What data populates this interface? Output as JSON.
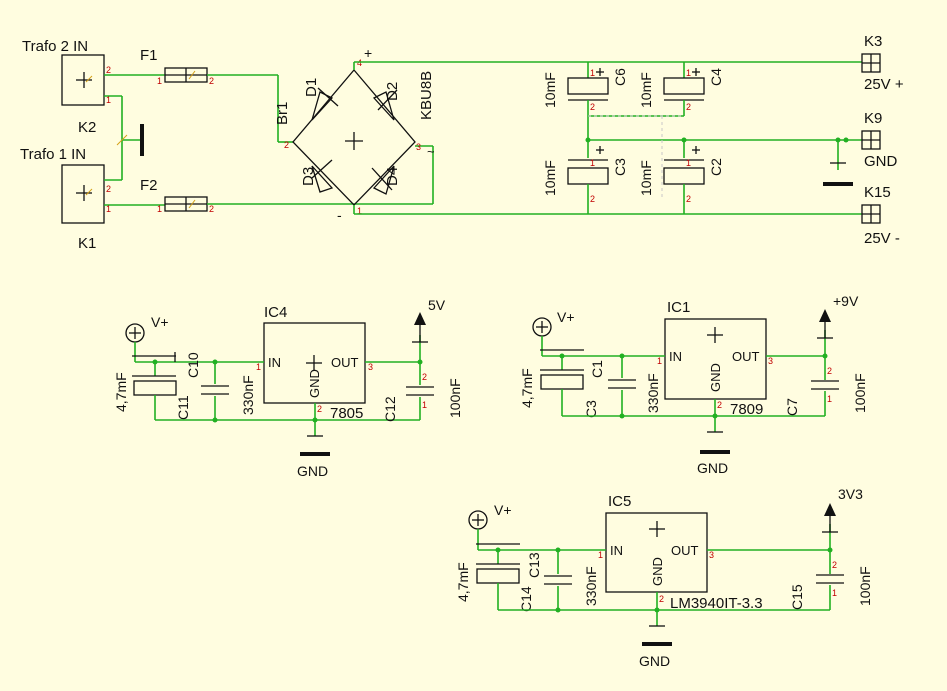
{
  "labels": {
    "trafo2": "Trafo 2 IN",
    "trafo1": "Trafo 1 IN",
    "k2": "K2",
    "k1": "K1",
    "f1": "F1",
    "f2": "F2",
    "br1": "Br1",
    "d1": "D1",
    "d2": "D2",
    "d3": "D3",
    "d4": "D4",
    "kbu8b": "KBU8B",
    "bridge_plus": "+",
    "bridge_minus": "-",
    "bridge_ac": "~",
    "c6_val": "10mF",
    "c6": "C6",
    "c4_val": "10mF",
    "c4": "C4",
    "c3_val": "10mF",
    "c3": "C3",
    "c2_val": "10mF",
    "c2": "C2",
    "k3": "K3",
    "k9": "K9",
    "k15": "K15",
    "out_25p": "25V +",
    "out_gnd": "GND",
    "out_25m": "25V -",
    "ic4": "IC4",
    "ic4_part": "7805",
    "ic4_in": "IN",
    "ic4_gnd": "GND",
    "ic4_out": "OUT",
    "c11_val": "4,7mF",
    "c11": "C11",
    "c10": "C10",
    "c10_val": "330nF",
    "c12": "C12",
    "c12_val": "100nF",
    "vplus1": "V+",
    "v5": "5V",
    "gnd1": "GND",
    "ic1": "IC1",
    "ic1_part": "7809",
    "ic1_in": "IN",
    "ic1_gnd": "GND",
    "ic1_out": "OUT",
    "c3b_val": "4,7mF",
    "c3b": "C3",
    "c1": "C1",
    "c1_val": "330nF",
    "c7": "C7",
    "c7_val": "100nF",
    "vplus2": "V+",
    "v9": "+9V",
    "gnd2": "GND",
    "ic5": "IC5",
    "ic5_part": "LM3940IT-3.3",
    "ic5_in": "IN",
    "ic5_gnd": "GND",
    "ic5_out": "OUT",
    "c14_val": "4,7mF",
    "c14": "C14",
    "c13": "C13",
    "c13_val": "330nF",
    "c15": "C15",
    "c15_val": "100nF",
    "vplus3": "V+",
    "v33": "3V3",
    "gnd3": "GND"
  },
  "pins": {
    "p1": "1",
    "p2": "2",
    "p3": "3",
    "p4": "4"
  },
  "colors": {
    "wire": "#22b022",
    "pin_number": "#c00000",
    "background": "#fffde0"
  }
}
